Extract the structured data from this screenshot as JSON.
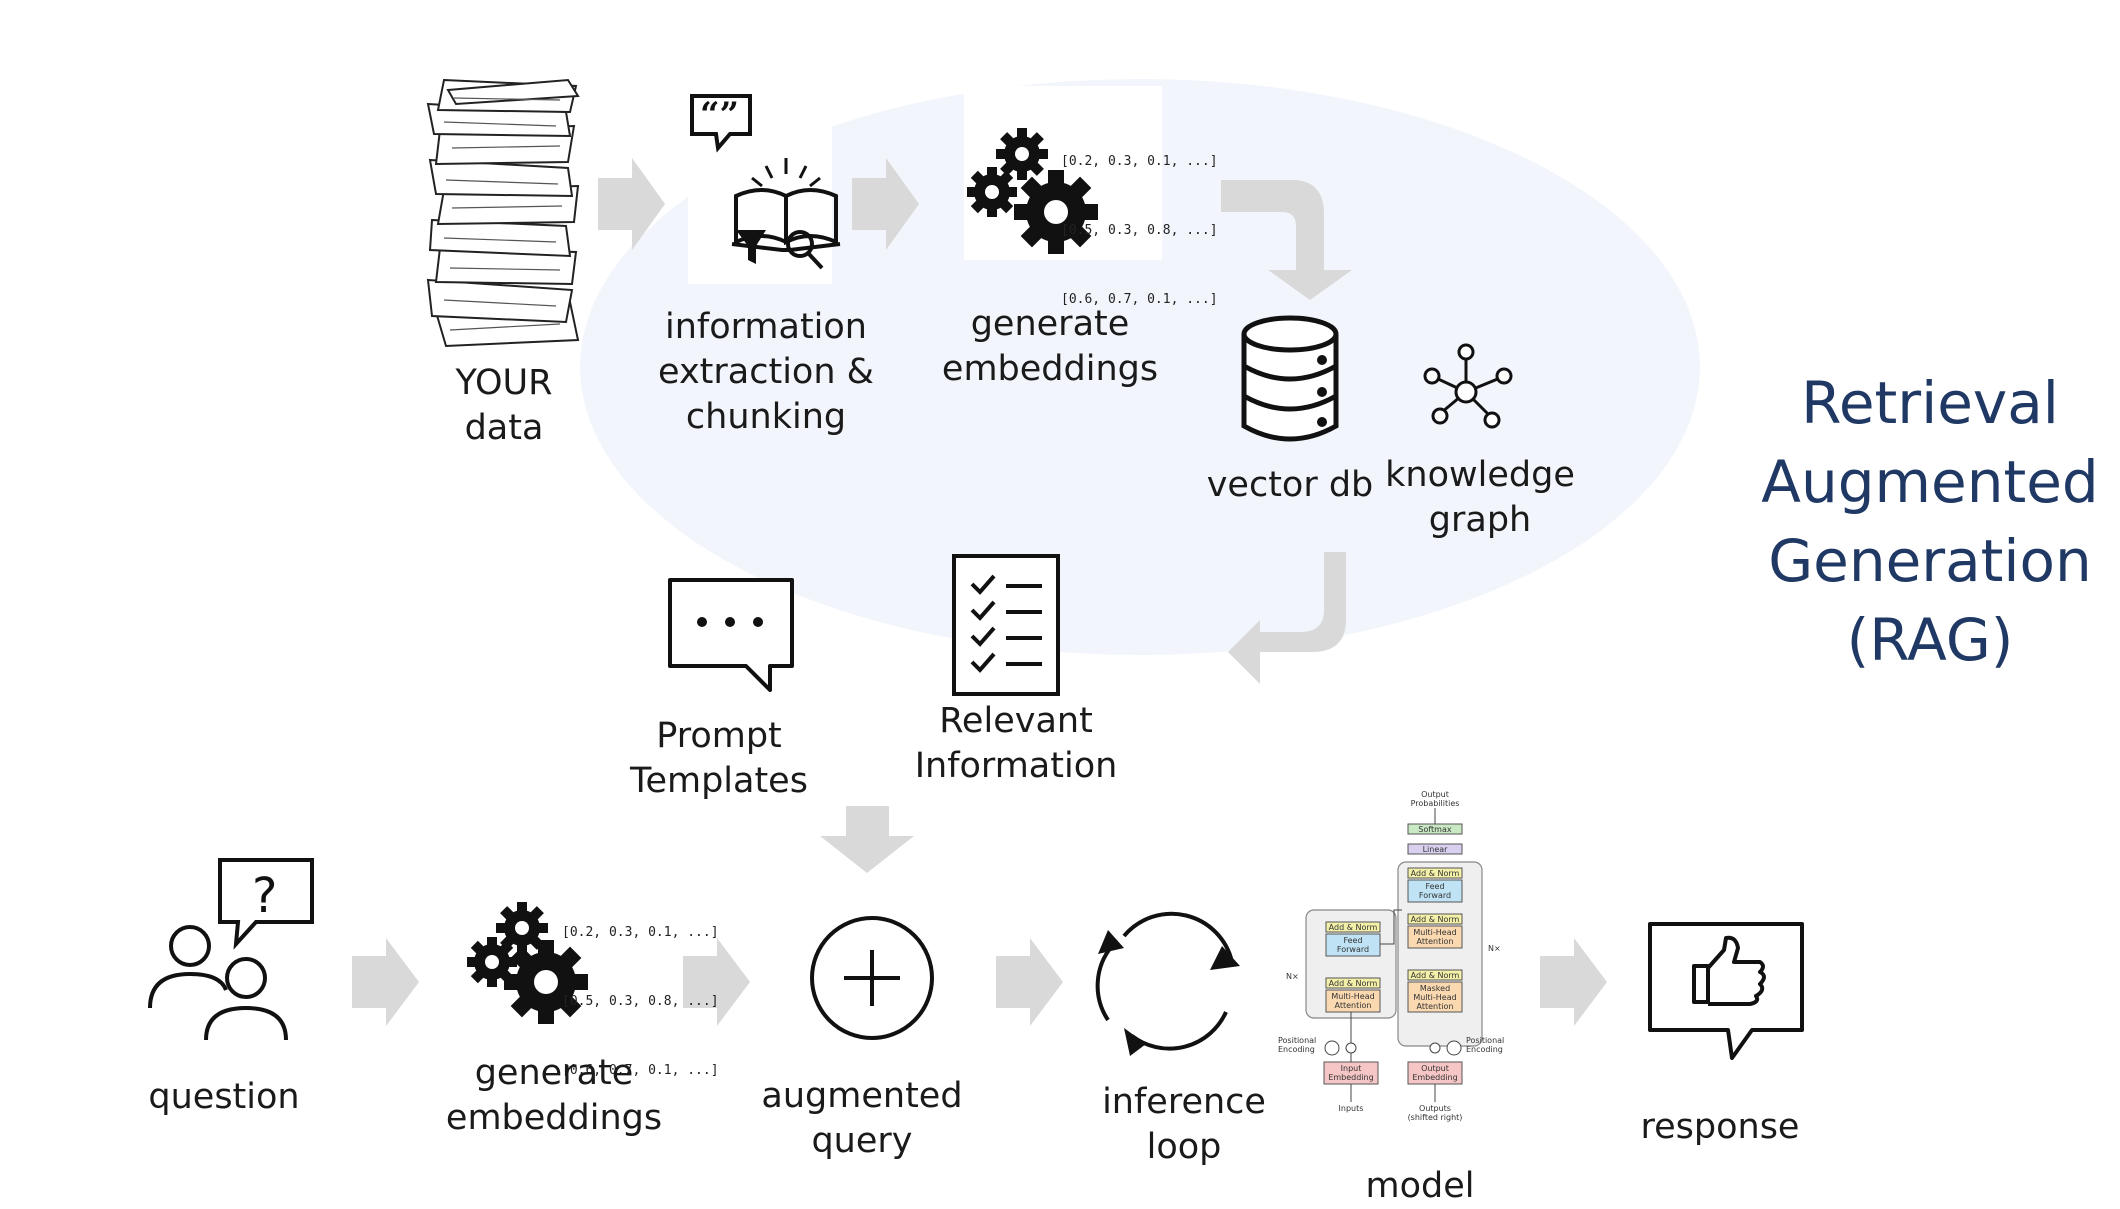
{
  "title": "Retrieval\nAugmented\nGeneration\n(RAG)",
  "colors": {
    "title": "#1f3864",
    "highlight_ellipse": "#f2f6fc",
    "arrow": "#d9d9d9",
    "icon": "#111111"
  },
  "ingestion": {
    "your_data": "YOUR\ndata",
    "extraction": "information\nextraction &\nchunking",
    "embeddings": "generate\nembeddings",
    "vector_db": "vector db",
    "knowledge_graph": "knowledge\ngraph",
    "vectors": [
      "[0.2, 0.3, 0.1, ...]",
      "[0.5, 0.3, 0.8, ...]",
      "[0.6, 0.7, 0.1, ...]"
    ]
  },
  "retrieval": {
    "prompt_templates": "Prompt\nTemplates",
    "relevant_information": "Relevant\nInformation"
  },
  "query_flow": {
    "question": "question",
    "embeddings": "generate\nembeddings",
    "augmented_query": "augmented\nquery",
    "inference_loop": "inference\nloop",
    "model": "model",
    "response": "response",
    "vectors": [
      "[0.2, 0.3, 0.1, ...]",
      "[0.5, 0.3, 0.8, ...]",
      "[0.6, 0.7, 0.1, ...]"
    ]
  },
  "transformer": {
    "output_probabilities": "Output\nProbabilities",
    "softmax": "Softmax",
    "linear": "Linear",
    "add_norm": "Add & Norm",
    "feed_forward": "Feed\nForward",
    "multi_head_attention": "Multi-Head\nAttention",
    "masked_multi_head_attention": "Masked\nMulti-Head\nAttention",
    "nx": "N×",
    "positional_encoding": "Positional\nEncoding",
    "input_embedding": "Input\nEmbedding",
    "output_embedding": "Output\nEmbedding",
    "inputs": "Inputs",
    "outputs": "Outputs\n(shifted right)"
  },
  "icons": [
    "paper-stack-icon",
    "book-quote-icon",
    "gears-icon",
    "database-icon",
    "network-graph-icon",
    "chat-bubble-icon",
    "checklist-icon",
    "person-question-icon",
    "plus-circle-icon",
    "refresh-cycle-icon",
    "thumbs-up-bubble-icon"
  ]
}
